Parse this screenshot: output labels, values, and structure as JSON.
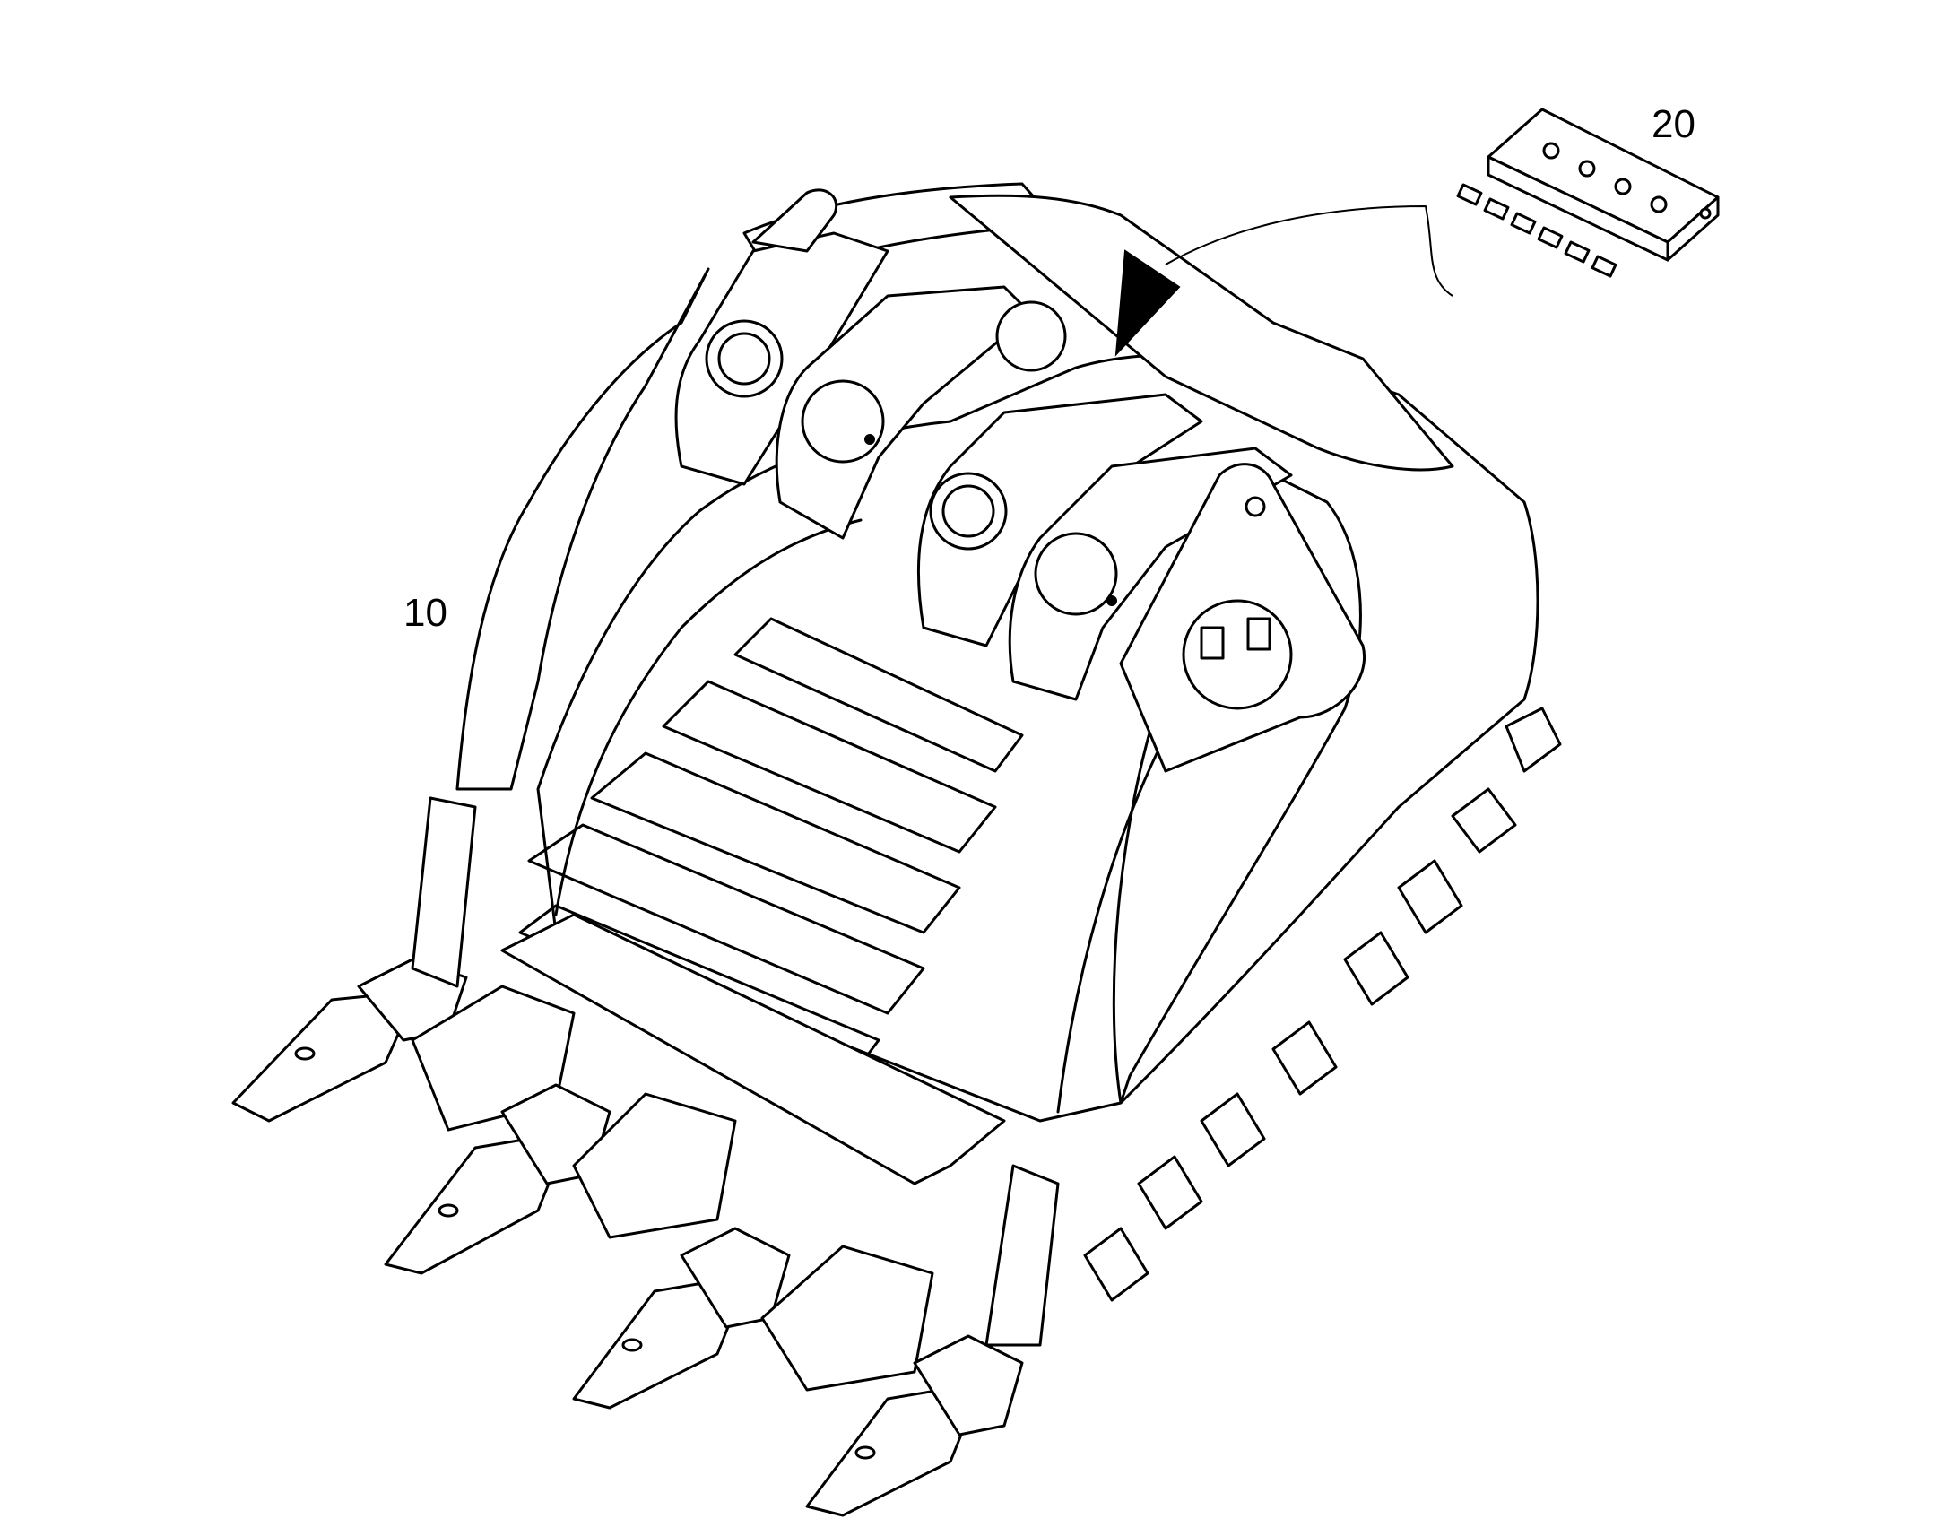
{
  "diagram": {
    "callouts": [
      {
        "id": "10",
        "label": "10"
      },
      {
        "id": "20",
        "label": "20"
      }
    ],
    "parts": {
      "main": "excavator-bucket",
      "detail": "lubrication-distributor-block"
    },
    "colors": {
      "ink": "#000000",
      "paper": "#ffffff"
    }
  }
}
